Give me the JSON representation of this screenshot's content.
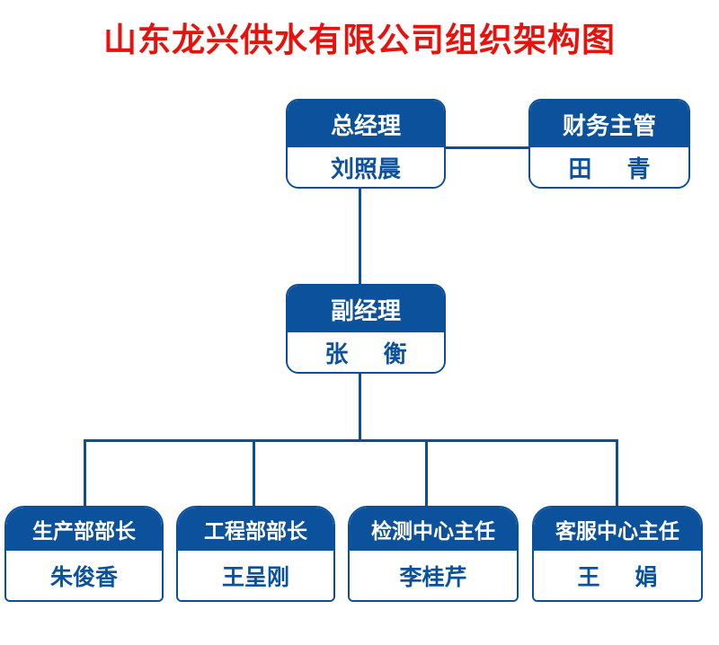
{
  "title": "山东龙兴供水有限公司组织架构图",
  "colors": {
    "title_red": "#e8120d",
    "box_blue": "#0b519c",
    "border_blue": "#0b4f9c",
    "header_text": "#ffffff",
    "name_text": "#0b519c",
    "background": "#ffffff"
  },
  "nodes": {
    "general_manager": {
      "title": "总经理",
      "name": "刘照晨"
    },
    "finance_supervisor": {
      "title": "财务主管",
      "name": "田 青"
    },
    "deputy_manager": {
      "title": "副经理",
      "name": "张 衡"
    },
    "production_head": {
      "title": "生产部部长",
      "name": "朱俊香"
    },
    "engineering_head": {
      "title": "工程部部长",
      "name": "王呈刚"
    },
    "testing_center_head": {
      "title": "检测中心主任",
      "name": "李桂芹"
    },
    "customer_service_head": {
      "title": "客服中心主任",
      "name": "王 娟"
    }
  }
}
